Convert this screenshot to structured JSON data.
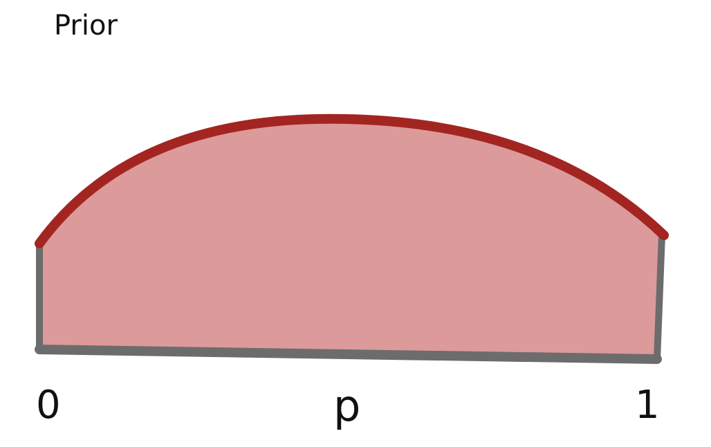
{
  "title": "Prior",
  "x_axis": {
    "min_label": "0",
    "max_label": "1",
    "variable_label": "p"
  },
  "colors": {
    "curve_stroke": "#a32521",
    "area_fill": "#dc9a9a",
    "axis_stroke": "#6c6c6c",
    "text": "#111111"
  },
  "chart_data": {
    "type": "area",
    "title": "Prior",
    "xlabel": "p",
    "ylabel": "",
    "xlim": [
      0,
      1
    ],
    "x_tick_labels": [
      "0",
      "1"
    ],
    "curve_shape": "dome"
  }
}
